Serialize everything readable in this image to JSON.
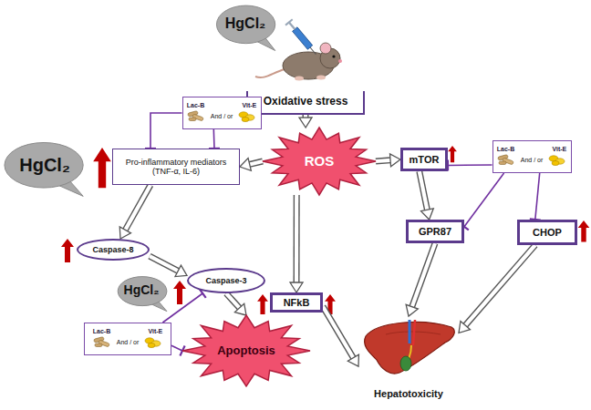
{
  "diagram": {
    "nodes": [
      {
        "text": [
          "HgCl₂"
        ]
      },
      {
        "text": [
          "Oxidative stress"
        ]
      },
      {
        "text": [
          "Lac-B",
          "Vit-E",
          "And / or"
        ]
      },
      {
        "text": [
          "HgCl₂"
        ]
      },
      {
        "text": [
          "Pro-inflammatory mediators (TNF-α, IL-6)"
        ]
      },
      {
        "text": [
          "ROS"
        ]
      },
      {
        "text": [
          "mTOR"
        ]
      },
      {
        "text": [
          "Lac-B",
          "Vit-E",
          "And / or"
        ]
      },
      {
        "text": [
          "Caspase-8"
        ]
      },
      {
        "text": [
          "GPR87"
        ]
      },
      {
        "text": [
          "CHOP"
        ]
      },
      {
        "text": [
          "HgCl₂"
        ]
      },
      {
        "text": [
          "Caspase-3"
        ]
      },
      {
        "text": [
          "NFkB"
        ]
      },
      {
        "text": [
          "Lac-B",
          "Vit-E",
          "And / or"
        ]
      },
      {
        "text": [
          "Apoptosis"
        ]
      },
      {
        "text": [
          "Hepatotoxicity"
        ]
      }
    ],
    "edges": [
      {
        "from": 1,
        "to": 5,
        "arrow": "to"
      },
      {
        "from": 5,
        "to": 4,
        "arrow": "to"
      },
      {
        "from": 5,
        "to": 6,
        "arrow": "to"
      },
      {
        "from": 5,
        "to": 13,
        "arrow": "to"
      },
      {
        "from": 4,
        "to": 8,
        "arrow": "to"
      },
      {
        "from": 8,
        "to": 12,
        "arrow": "to"
      },
      {
        "from": 12,
        "to": 15,
        "arrow": "to"
      },
      {
        "from": 13,
        "to": 16,
        "arrow": "to"
      },
      {
        "from": 6,
        "to": 9,
        "arrow": "to"
      },
      {
        "from": 9,
        "to": 16,
        "arrow": "to"
      },
      {
        "from": 10,
        "to": 16,
        "arrow": "to"
      },
      {
        "from": 2,
        "to": 4,
        "arrow": "to"
      },
      {
        "from": 2,
        "to": 4,
        "arrow": "to"
      },
      {
        "from": 14,
        "to": 12,
        "arrow": "to"
      },
      {
        "from": 14,
        "to": 15,
        "arrow": "to"
      },
      {
        "from": 7,
        "to": 6,
        "arrow": "to"
      },
      {
        "from": 7,
        "to": 9,
        "arrow": "to"
      },
      {
        "from": 7,
        "to": 10,
        "arrow": "to"
      }
    ]
  }
}
